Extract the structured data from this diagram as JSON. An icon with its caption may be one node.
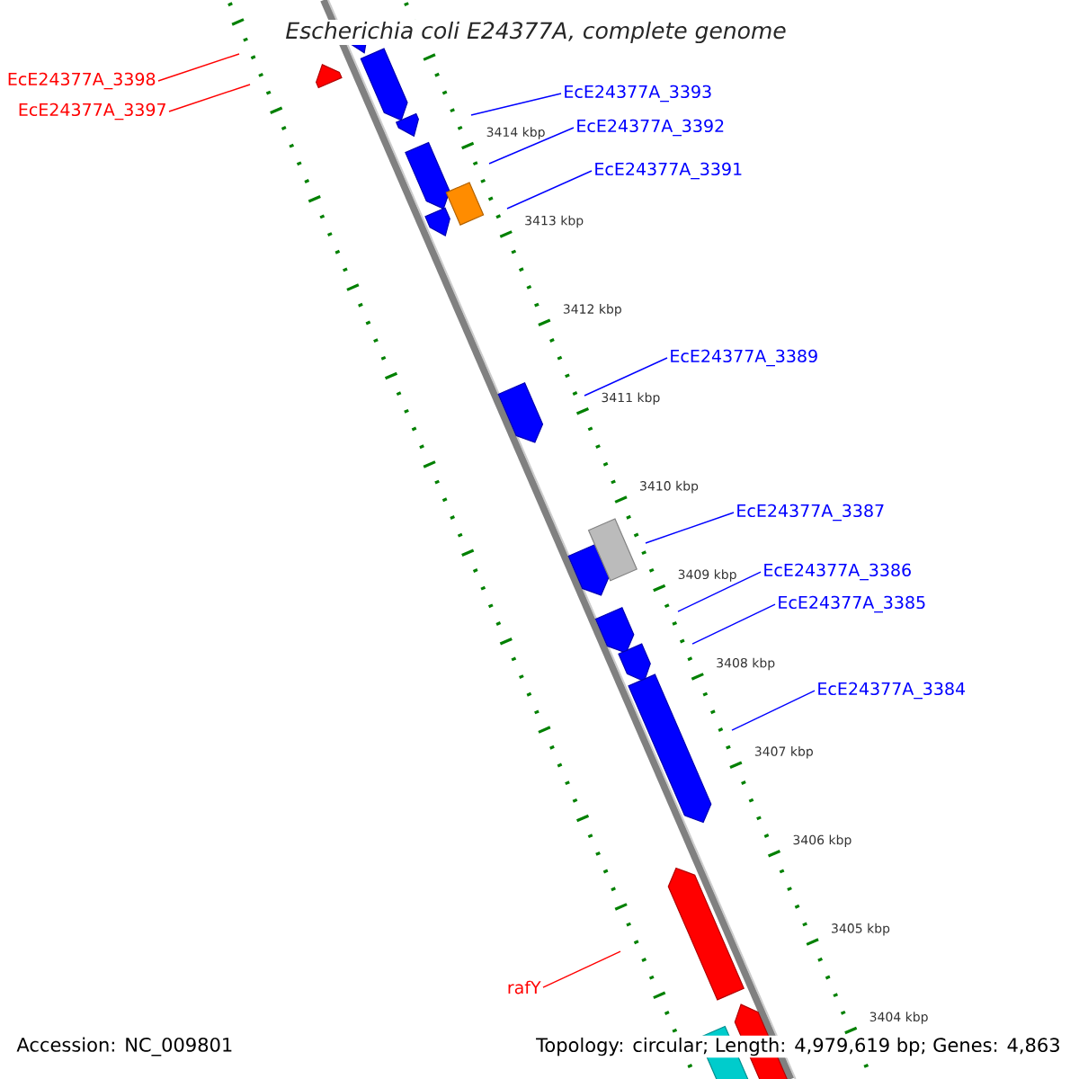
{
  "diagram": {
    "title": "Escherichia coli E24377A, complete genome",
    "nodes": [
      {
        "text": [
          "EcE24377A_3398"
        ]
      },
      {
        "text": [
          "EcE24377A_3397"
        ]
      },
      {
        "text": [
          "EcE24377A_3393"
        ]
      },
      {
        "text": [
          "EcE24377A_3392"
        ]
      },
      {
        "text": [
          "EcE24377A_3391"
        ]
      },
      {
        "text": [
          "EcE24377A_3389"
        ]
      },
      {
        "text": [
          "EcE24377A_3387"
        ]
      },
      {
        "text": [
          "EcE24377A_3386"
        ]
      },
      {
        "text": [
          "EcE24377A_3385"
        ]
      },
      {
        "text": [
          "EcE24377A_3384"
        ]
      },
      {
        "text": [
          "rafY"
        ]
      }
    ],
    "edges": [
      {
        "from": 0,
        "to": null,
        "arrow": "none",
        "color": "#ff0000"
      },
      {
        "from": 1,
        "to": null,
        "arrow": "none",
        "color": "#ff0000"
      },
      {
        "from": 2,
        "to": null,
        "arrow": "none"
      },
      {
        "from": 3,
        "to": null,
        "arrow": "none"
      },
      {
        "from": 4,
        "to": null,
        "arrow": "none"
      },
      {
        "from": 5,
        "to": null,
        "arrow": "none"
      },
      {
        "from": 6,
        "to": null,
        "arrow": "none"
      },
      {
        "from": 7,
        "to": null,
        "arrow": "none"
      },
      {
        "from": 8,
        "to": null,
        "arrow": "none"
      },
      {
        "from": 9,
        "to": null,
        "arrow": "none"
      },
      {
        "from": 10,
        "to": null,
        "arrow": "none",
        "color": "#ff0000"
      }
    ],
    "labels": [
      "3414 kbp",
      "3413 kbp",
      "3412 kbp",
      "3411 kbp",
      "3410 kbp",
      "3409 kbp",
      "3408 kbp",
      "3407 kbp",
      "3406 kbp",
      "3405 kbp",
      "3404 kbp",
      "Accession: NC_009801",
      "Topology: circular; Length: 4,979,619 bp; Genes: 4,863"
    ]
  }
}
